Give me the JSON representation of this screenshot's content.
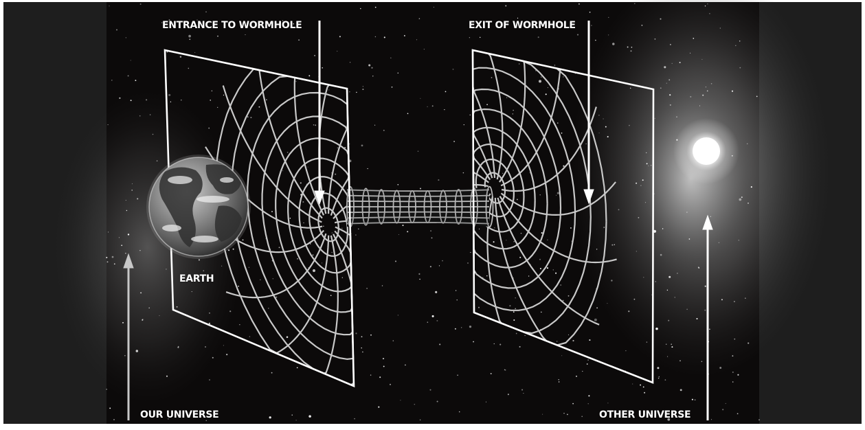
{
  "labels": {
    "entrance": "ENTRANCE TO WORMHOLE",
    "exit": "EXIT OF WORMHOLE",
    "earth": "EARTH",
    "our_universe": "OUR UNIVERSE",
    "other_universe": "OTHER UNIVERSE"
  },
  "colors": {
    "space": "#0c0a0a",
    "frame": "#ffffff",
    "grid": "#c9c9c9",
    "tube": "#bdbdbd",
    "nebula": "#9a9a9a",
    "arrow": "#ffffff"
  },
  "objects": {
    "left_object": "earth",
    "right_object": "bright-star"
  }
}
